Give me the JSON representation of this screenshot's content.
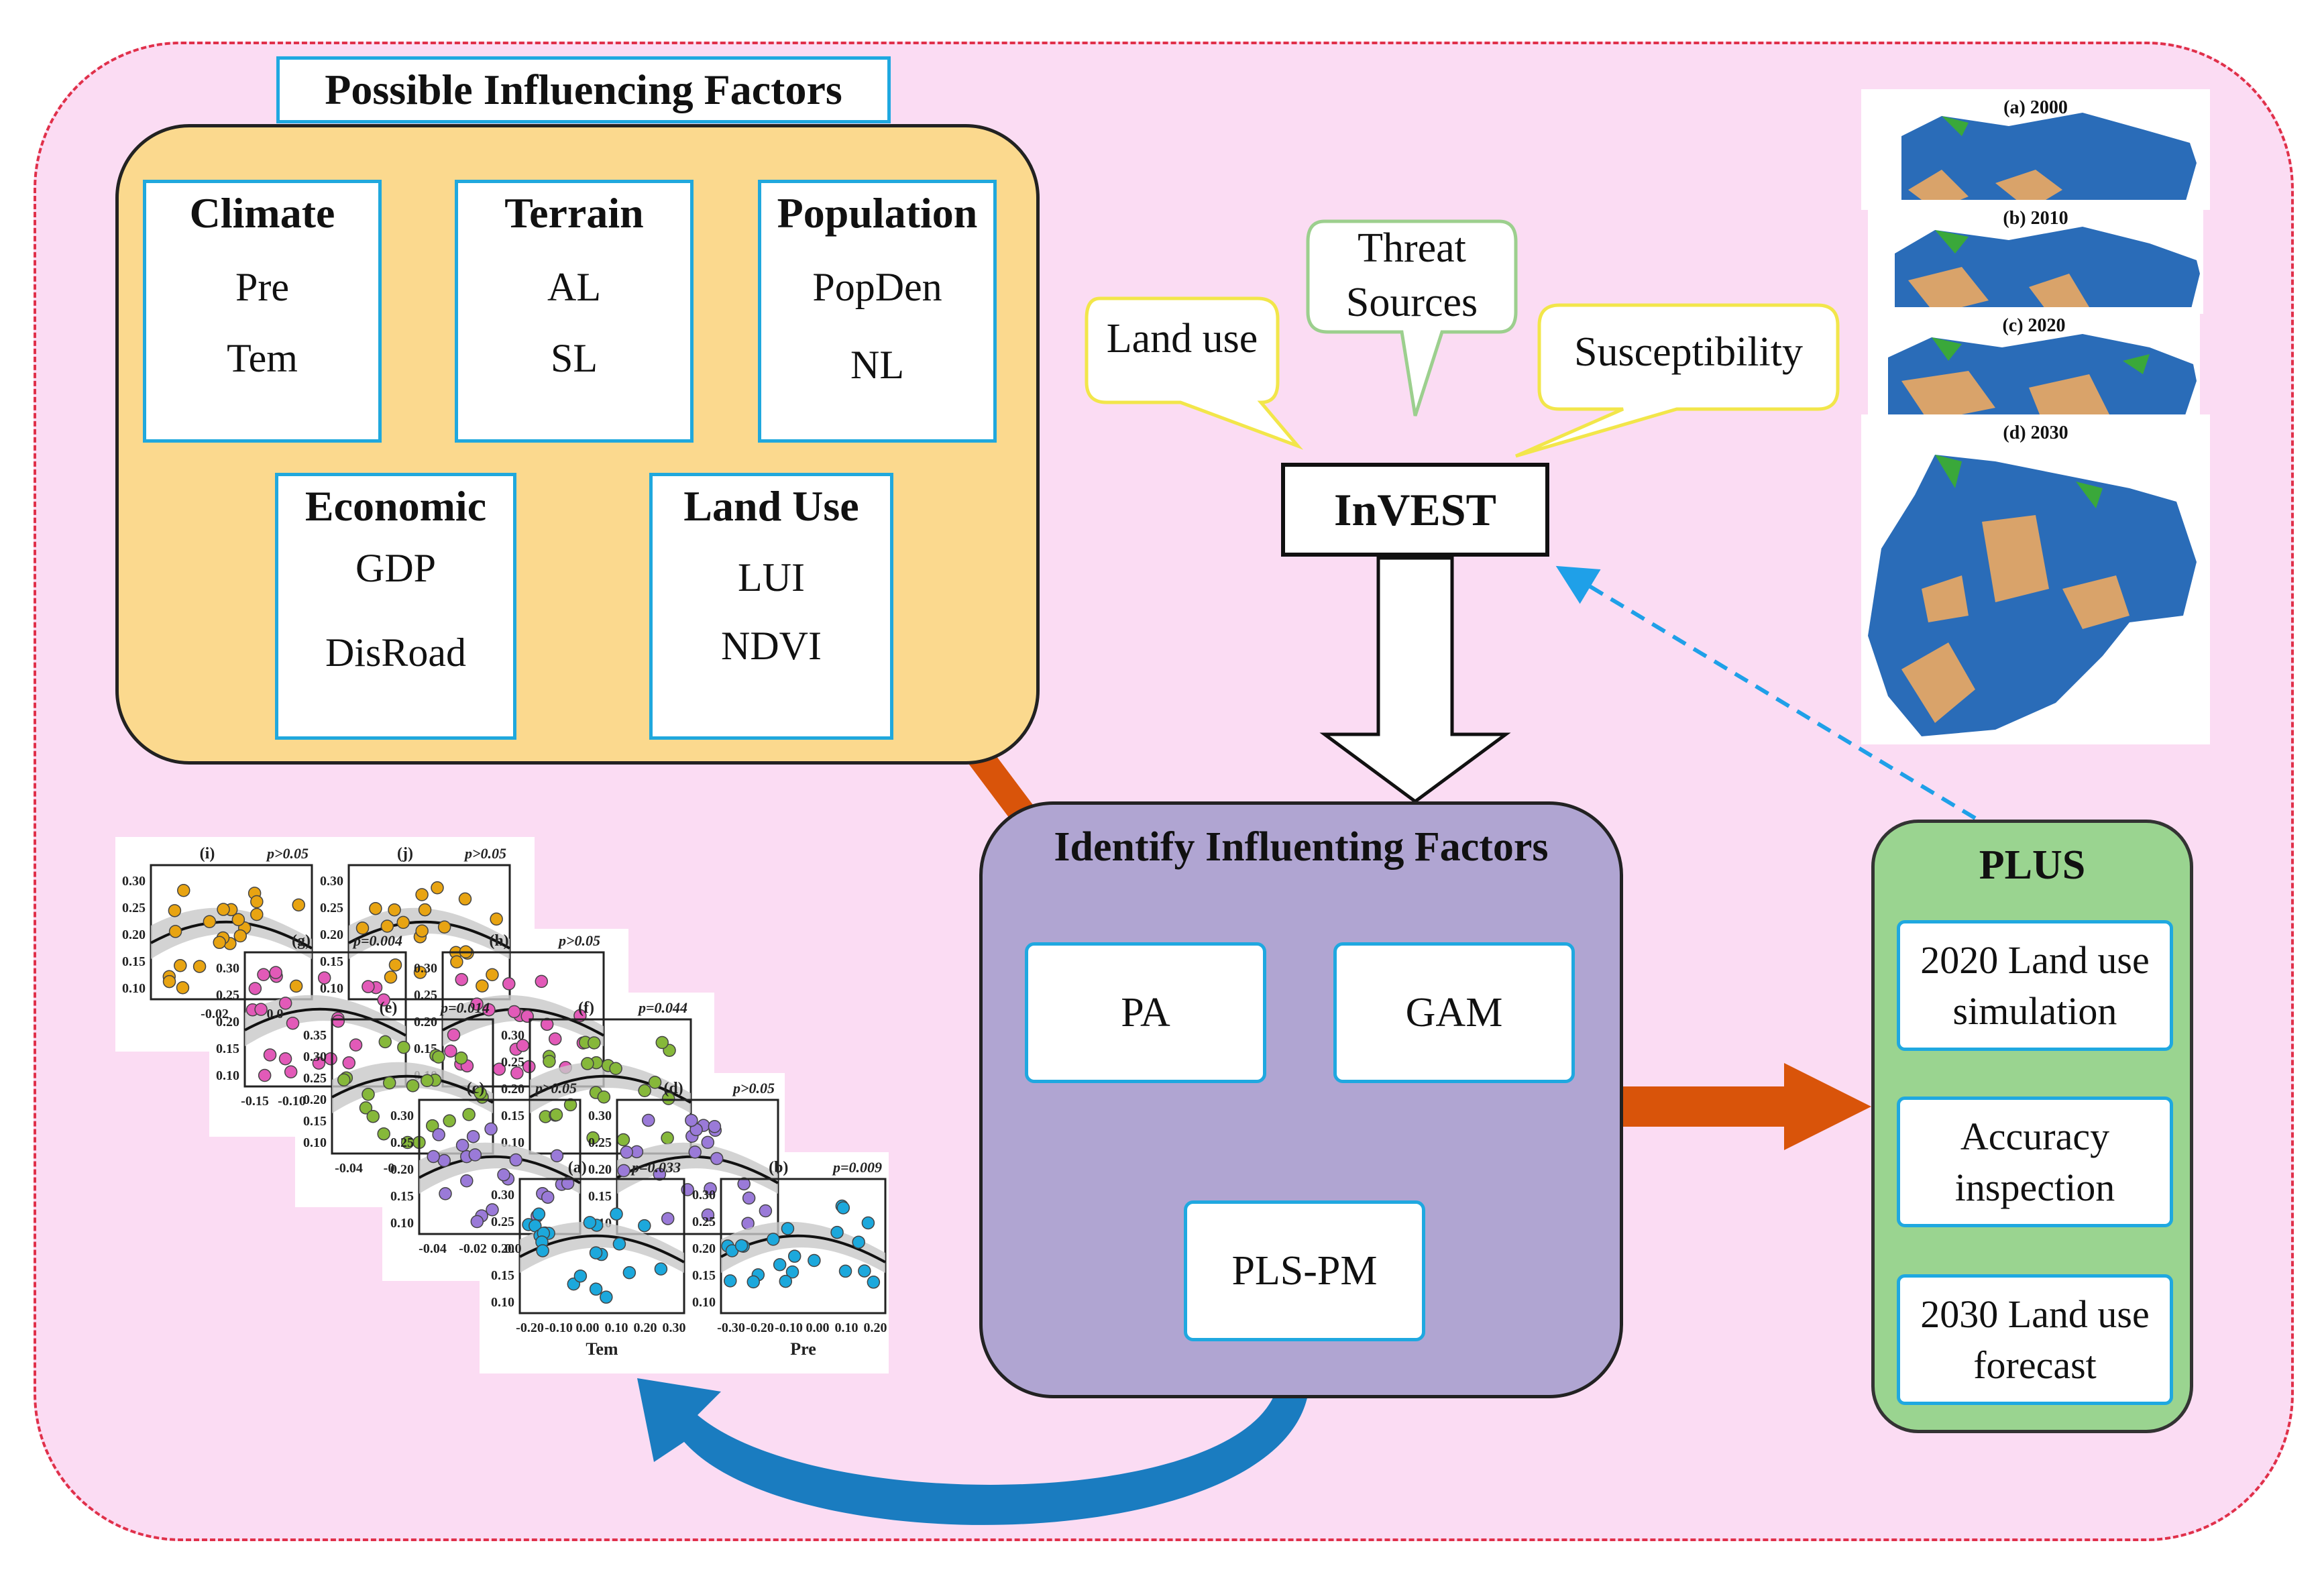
{
  "factors": {
    "title": "Possible Influencing Factors",
    "climate": {
      "heading": "Climate",
      "items": [
        "Pre",
        "Tem"
      ]
    },
    "terrain": {
      "heading": "Terrain",
      "items": [
        "AL",
        "SL"
      ]
    },
    "population": {
      "heading": "Population",
      "items": [
        "PopDen",
        "NL"
      ]
    },
    "economic": {
      "heading": "Economic",
      "items": [
        "GDP",
        "DisRoad"
      ]
    },
    "landuse": {
      "heading": "Land Use",
      "items": [
        "LUI",
        "NDVI"
      ]
    }
  },
  "invest": {
    "label": "InVEST",
    "callouts": {
      "land_use": "Land use",
      "threat_line1": "Threat",
      "threat_line2": "Sources",
      "susceptibility": "Susceptibility"
    }
  },
  "identify": {
    "title": "Identify Influenting Factors",
    "nodes": {
      "pa": "PA",
      "gam": "GAM",
      "plspm": "PLS-PM"
    }
  },
  "plus": {
    "title": "PLUS",
    "steps": [
      {
        "line1": "2020 Land use",
        "line2": "simulation"
      },
      {
        "line1": "Accuracy",
        "line2": "inspection"
      },
      {
        "line1": "2030 Land use",
        "line2": "forecast"
      }
    ]
  },
  "maps": [
    {
      "label": "(a) 2000"
    },
    {
      "label": "(b) 2010"
    },
    {
      "label": "(c) 2020"
    },
    {
      "label": "(d) 2030"
    }
  ],
  "colors": {
    "frame": "#e0304a",
    "background": "#fbdcf3",
    "factor_panel": "#fbd98e",
    "identify_panel": "#b0a5d2",
    "plus_panel": "#9ad490",
    "box_border": "#1fa8e0",
    "orange_arrow": "#d9540a",
    "blue_arrow": "#1a7cc0",
    "map_water": "#2a6cb8",
    "map_land": "#d9a36a",
    "map_green": "#3aa83a"
  },
  "plots": {
    "panels": [
      {
        "label": "(i)",
        "p": "p>0.05",
        "color": "#e8a412"
      },
      {
        "label": "(j)",
        "p": "p>0.05",
        "color": "#e8a412"
      },
      {
        "label": "(g)",
        "p": "p=0.004",
        "color": "#e25ab8"
      },
      {
        "label": "(h)",
        "p": "p>0.05",
        "color": "#e25ab8"
      },
      {
        "label": "(e)",
        "p": "p=0.014",
        "color": "#86b83a"
      },
      {
        "label": "(f)",
        "p": "p=0.044",
        "color": "#86b83a"
      },
      {
        "label": "(c)",
        "p": "p>0.05",
        "color": "#9a7ad8"
      },
      {
        "label": "(d)",
        "p": "p>0.05",
        "color": "#9a7ad8"
      },
      {
        "label": "(a)",
        "p": "p=0.033",
        "color": "#1ca8dc"
      },
      {
        "label": "(b)",
        "p": "p=0.009",
        "color": "#1ca8dc"
      }
    ],
    "xlabels": [
      "Tem",
      "Pre"
    ],
    "yticks": [
      "0.30",
      "0.25",
      "0.20",
      "0.15",
      "0.10"
    ],
    "yticks_e": [
      "0.35",
      "0.30",
      "0.25",
      "0.20",
      "0.15",
      "0.10"
    ],
    "xticks_a": [
      "-0.20",
      "-0.10",
      "0.00",
      "0.10",
      "0.20",
      "0.30"
    ],
    "xticks_b": [
      "-0.30",
      "-0.20",
      "-0.10",
      "0.00",
      "0.10",
      "0.20"
    ],
    "xticks_i": [
      "-0.02",
      "0.0"
    ],
    "xticks_g": [
      "-0.15",
      "-0.10"
    ],
    "xticks_e": [
      "-0.04",
      "-0"
    ],
    "xticks_c": [
      "-0.04",
      "-0.02",
      "0.0"
    ]
  }
}
